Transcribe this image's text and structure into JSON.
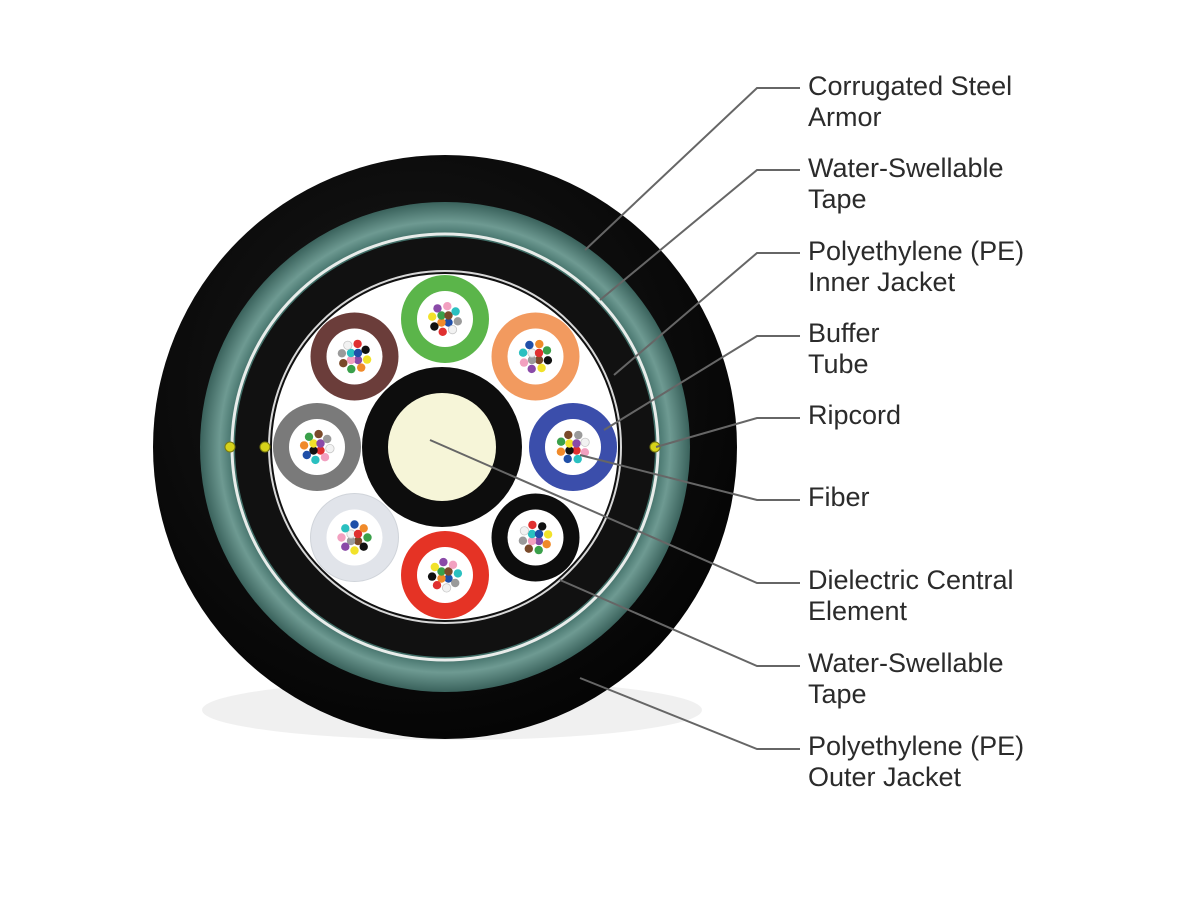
{
  "labels": [
    {
      "key": "corrugated-steel-armor",
      "line1": "Corrugated Steel",
      "line2": "Armor"
    },
    {
      "key": "water-swellable-tape-outer",
      "line1": "Water-Swellable",
      "line2": "Tape"
    },
    {
      "key": "pe-inner-jacket",
      "line1": "Polyethylene (PE)",
      "line2": "Inner Jacket"
    },
    {
      "key": "buffer-tube",
      "line1": "Buffer",
      "line2": "Tube"
    },
    {
      "key": "ripcord",
      "line1": "Ripcord",
      "line2": ""
    },
    {
      "key": "fiber",
      "line1": "Fiber",
      "line2": ""
    },
    {
      "key": "dielectric-central-element",
      "line1": "Dielectric Central",
      "line2": "Element"
    },
    {
      "key": "water-swellable-tape-inner",
      "line1": "Water-Swellable",
      "line2": "Tape"
    },
    {
      "key": "pe-outer-jacket",
      "line1": "Polyethylene (PE)",
      "line2": "Outer Jacket"
    }
  ],
  "colors": {
    "outer_jacket": "#0d0d0d",
    "armor": "#4a7a72",
    "inner_jacket": "#111111",
    "core_fill": "#ffffff",
    "central_element_jacket": "#0d0d0d",
    "central_element_core": "#f6f5d8",
    "ripcord": "#d6d21a",
    "leader_line": "#666666",
    "text": "#2b2b2b"
  },
  "buffer_tube_colors": [
    "#5bb54a",
    "#f29a5f",
    "#3b4eab",
    "#0d0d0d",
    "#e53325",
    "#e1e4ea",
    "#7a7a7a",
    "#6b3d3a"
  ],
  "fiber_colors": [
    "#1f4fa8",
    "#f08a2a",
    "#3aa04a",
    "#7a4a2a",
    "#9a9a9a",
    "#f2f2f2",
    "#e03030",
    "#111111",
    "#f2e22a",
    "#8a4aa8",
    "#f2a0c0",
    "#2ac0c0"
  ]
}
